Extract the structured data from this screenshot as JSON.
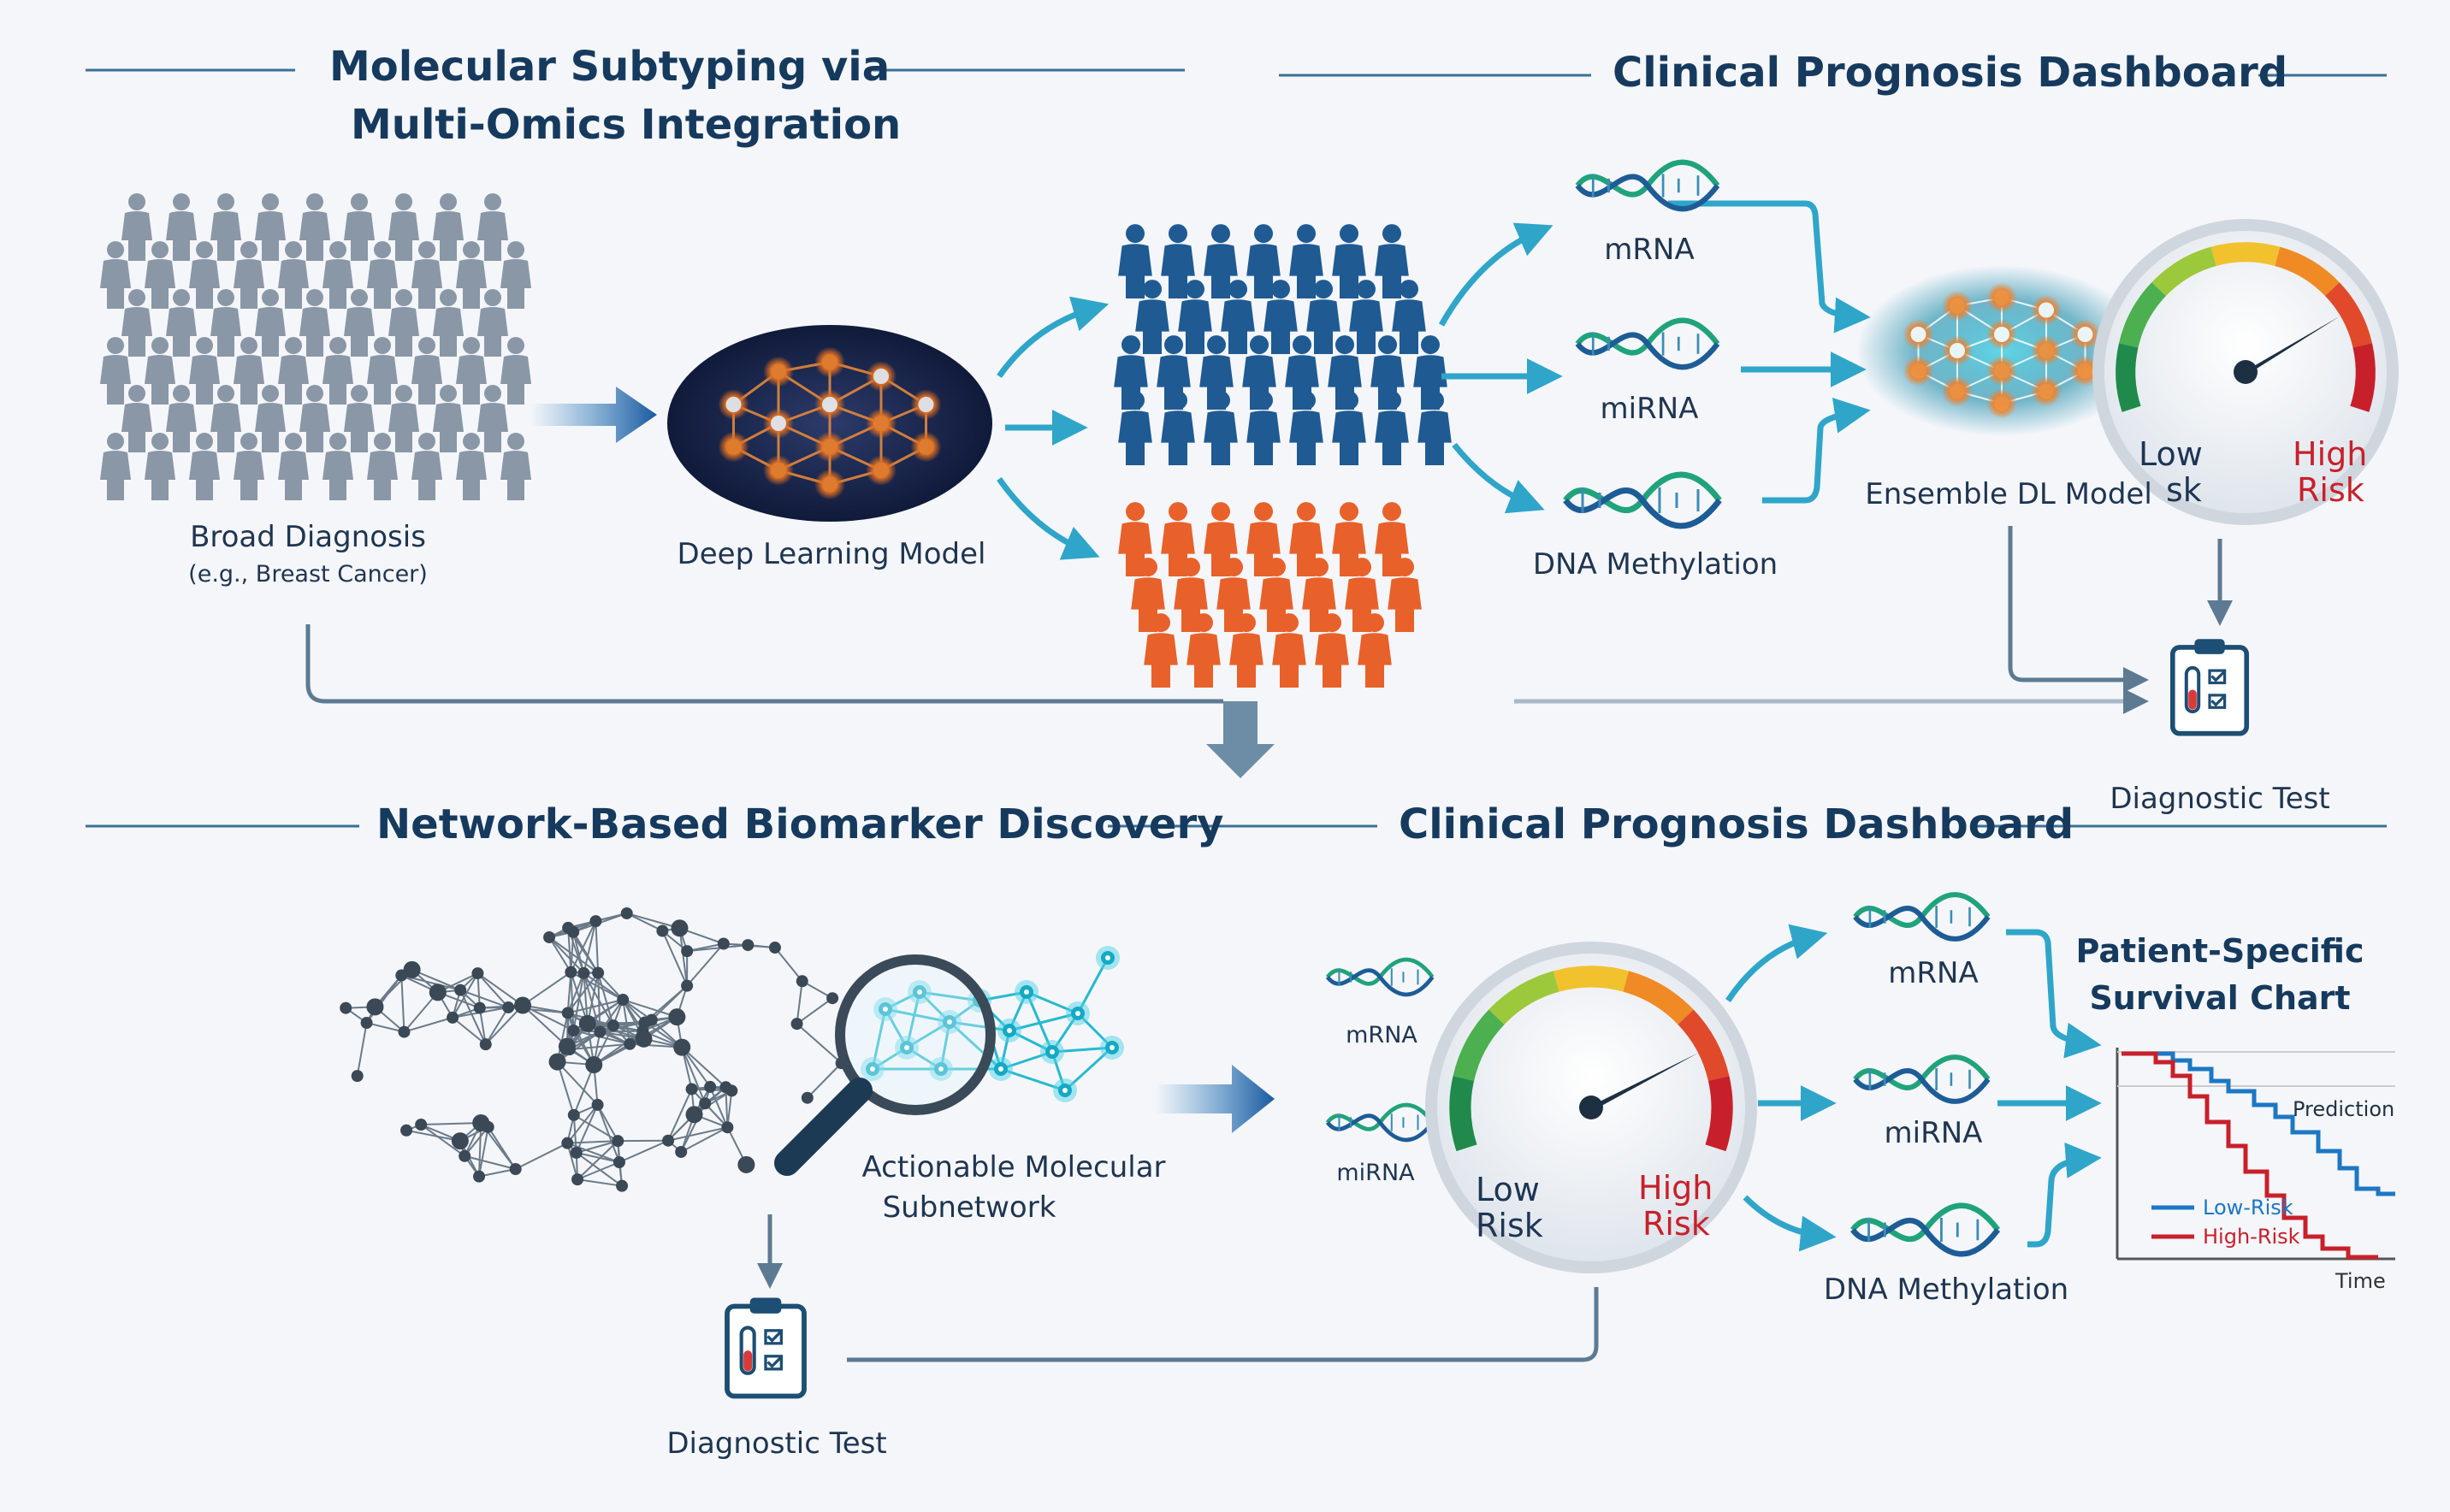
{
  "section_titles": {
    "subtyping_line1": "Molecular Subtyping via",
    "subtyping_line2": "Multi-Omics Integration",
    "prognosis_top": "Clinical Prognosis Dashboard",
    "biomarker": "Network-Based Biomarker Discovery",
    "prognosis_bottom": "Clinical Prognosis Dashboard"
  },
  "top": {
    "broad_diagnosis_line1": "Broad Diagnosis",
    "broad_diagnosis_line2": "(e.g., Breast Cancer)",
    "deep_learning_model": "Deep Learning Model",
    "omics": [
      "mRNA",
      "miRNA",
      "DNA Methylation"
    ],
    "ensemble_model": "Ensemble DL Model",
    "gauge_low_line1": "Low",
    "gauge_low_line2": "sk",
    "gauge_high_line1": "High",
    "gauge_high_line2": "Risk",
    "diagnostic_test": "Diagnostic Test"
  },
  "bottom": {
    "subnetwork_line1": "Actionable Molecular",
    "subnetwork_line2": "Subnetwork",
    "diagnostic_test": "Diagnostic Test",
    "gauge_omics": [
      "mRNA",
      "miRNA"
    ],
    "gauge_low_line1": "Low",
    "gauge_low_line2": "Risk",
    "gauge_high_line1": "High",
    "gauge_high_line2": "Risk",
    "omics": [
      "mRNA",
      "miRNA",
      "DNA Methylation"
    ],
    "survival_title_line1": "Patient-Specific",
    "survival_title_line2": "Survival Chart",
    "survival_prediction": "Prediction",
    "legend_low": "Low-Risk",
    "legend_high": "High-Risk",
    "x_axis": "Time"
  },
  "colors": {
    "heading": "#163a5e",
    "line": "#3d6f96",
    "arrow": "#2fa5c9",
    "gray_person": "#8a97a6",
    "blue_person": "#1f5a93",
    "orange_person": "#e8612a",
    "low_risk_line": "#1d77c4",
    "high_risk_line": "#c8202a"
  },
  "icons": {
    "dna": "dna-helix-icon",
    "people": "person-icon",
    "network": "neural-network-icon",
    "gauge": "risk-gauge-icon",
    "test": "clipboard-test-tube-icon",
    "magnifier": "magnifier-icon"
  }
}
